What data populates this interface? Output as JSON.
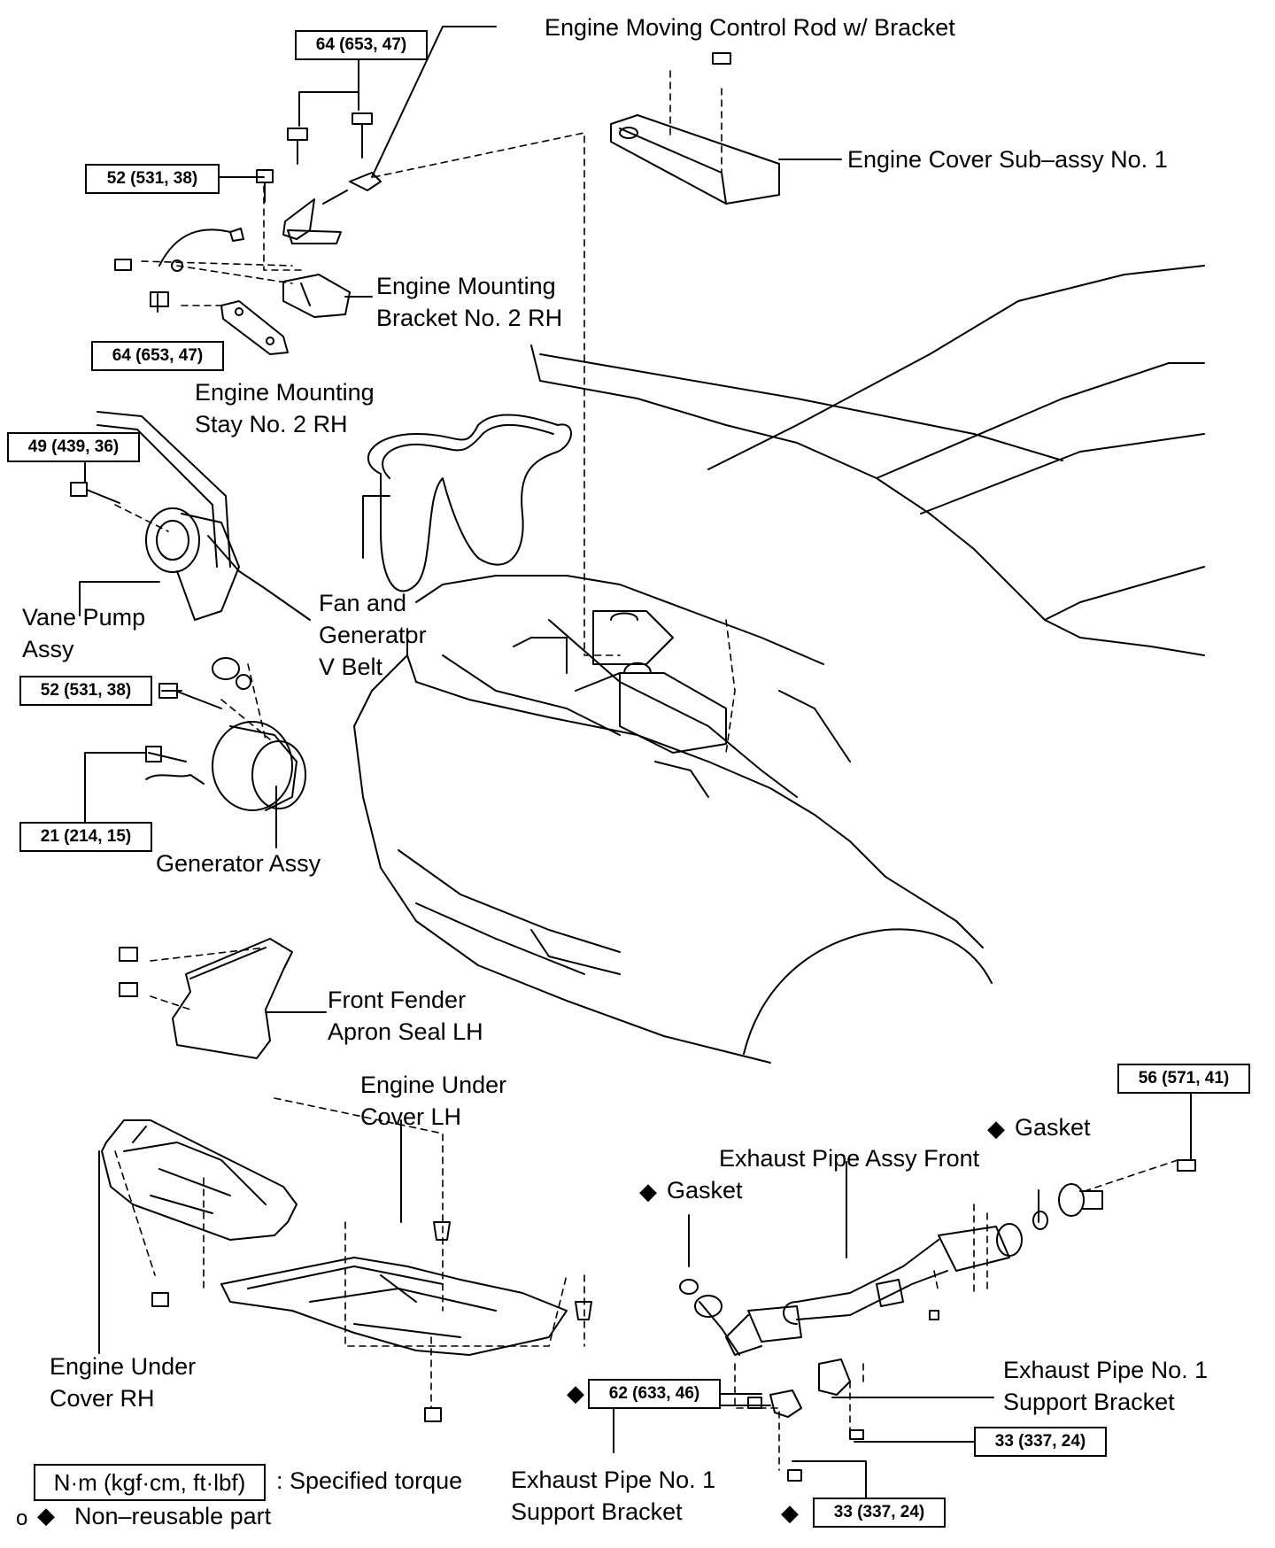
{
  "torque_specs": {
    "t1": "64 (653, 47)",
    "t2": "52 (531, 38)",
    "t3": "64 (653, 47)",
    "t4": "49 (439, 36)",
    "t5": "52 (531, 38)",
    "t6": "21 (214, 15)",
    "t7": "56 (571, 41)",
    "t8": "62 (633, 46)",
    "t9": "33 (337, 24)",
    "t10": "33 (337, 24)"
  },
  "parts": {
    "engine_moving_control_rod": "Engine Moving Control Rod w/ Bracket",
    "engine_cover": "Engine Cover Sub–assy No. 1",
    "engine_mounting_bracket_l1": "Engine Mounting",
    "engine_mounting_bracket_l2": "Bracket No. 2 RH",
    "engine_mounting_stay_l1": "Engine Mounting",
    "engine_mounting_stay_l2": "Stay No. 2 RH",
    "vane_pump_l1": "Vane Pump",
    "vane_pump_l2": "Assy",
    "v_belt_l1": "Fan and",
    "v_belt_l2": "Generator",
    "v_belt_l3": "V Belt",
    "generator": "Generator Assy",
    "fender_seal_l1": "Front Fender",
    "fender_seal_l2": "Apron Seal LH",
    "under_cover_lh_l1": "Engine Under",
    "under_cover_lh_l2": "Cover LH",
    "under_cover_rh_l1": "Engine Under",
    "under_cover_rh_l2": "Cover RH",
    "gasket_top": "Gasket",
    "gasket_left": "Gasket",
    "exhaust_front": "Exhaust Pipe Assy Front",
    "support_bracket_right_l1": "Exhaust Pipe No. 1",
    "support_bracket_right_l2": "Support Bracket",
    "support_bracket_bottom_l1": "Exhaust Pipe No. 1",
    "support_bracket_bottom_l2": "Support Bracket"
  },
  "legend": {
    "torque_unit": "N·m (kgf·cm, ft·lbf)",
    "torque_desc": ": Specified torque",
    "nonreusable_prefix": "o",
    "nonreusable_desc": "Non–reusable part"
  },
  "symbols": {
    "nonreusable": "◆"
  }
}
